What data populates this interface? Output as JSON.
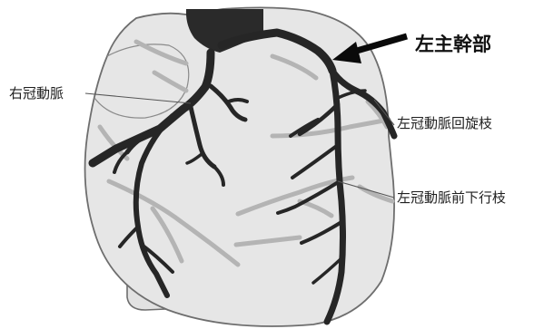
{
  "diagram": {
    "labels": {
      "lmca": "左主幹部",
      "rca": "右冠動脈",
      "lcx": "左冠動脈回旋枝",
      "lad": "左冠動脈前下行枝"
    }
  },
  "colors": {
    "heart_fill": "#e6e6e6",
    "heart_outline": "#6e6e6e",
    "artery": "#262626",
    "posterior_vessels": "#b4b4b4",
    "arrow": "#0a0a0a"
  }
}
